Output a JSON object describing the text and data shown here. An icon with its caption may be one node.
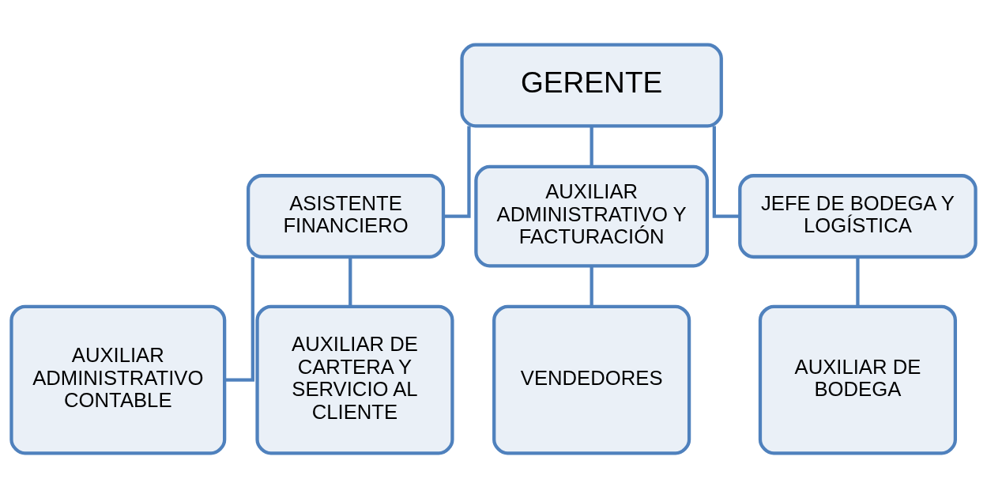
{
  "diagram": {
    "nodes": [
      {
        "text": [
          "GERENTE"
        ]
      },
      {
        "text": [
          "ASISTENTE FINANCIERO"
        ]
      },
      {
        "text": [
          "AUXILIAR ADMINISTRATIVO Y FACTURACIÓN"
        ]
      },
      {
        "text": [
          "JEFE DE BODEGA Y LOGÍSTICA"
        ]
      },
      {
        "text": [
          "AUXILIAR ADMINISTRATIVO CONTABLE"
        ]
      },
      {
        "text": [
          "AUXILIAR DE CARTERA Y SERVICIO AL CLIENTE"
        ]
      },
      {
        "text": [
          "VENDEDORES"
        ]
      },
      {
        "text": [
          "AUXILIAR DE BODEGA"
        ]
      }
    ],
    "edges": [
      {
        "from": 0,
        "to": 1,
        "arrow": "none"
      },
      {
        "from": 0,
        "to": 2,
        "arrow": "none"
      },
      {
        "from": 0,
        "to": 3,
        "arrow": "none"
      },
      {
        "from": 1,
        "to": 4,
        "arrow": "none"
      },
      {
        "from": 1,
        "to": 5,
        "arrow": "none"
      },
      {
        "from": 2,
        "to": 6,
        "arrow": "none"
      },
      {
        "from": 3,
        "to": 7,
        "arrow": "none"
      }
    ]
  }
}
